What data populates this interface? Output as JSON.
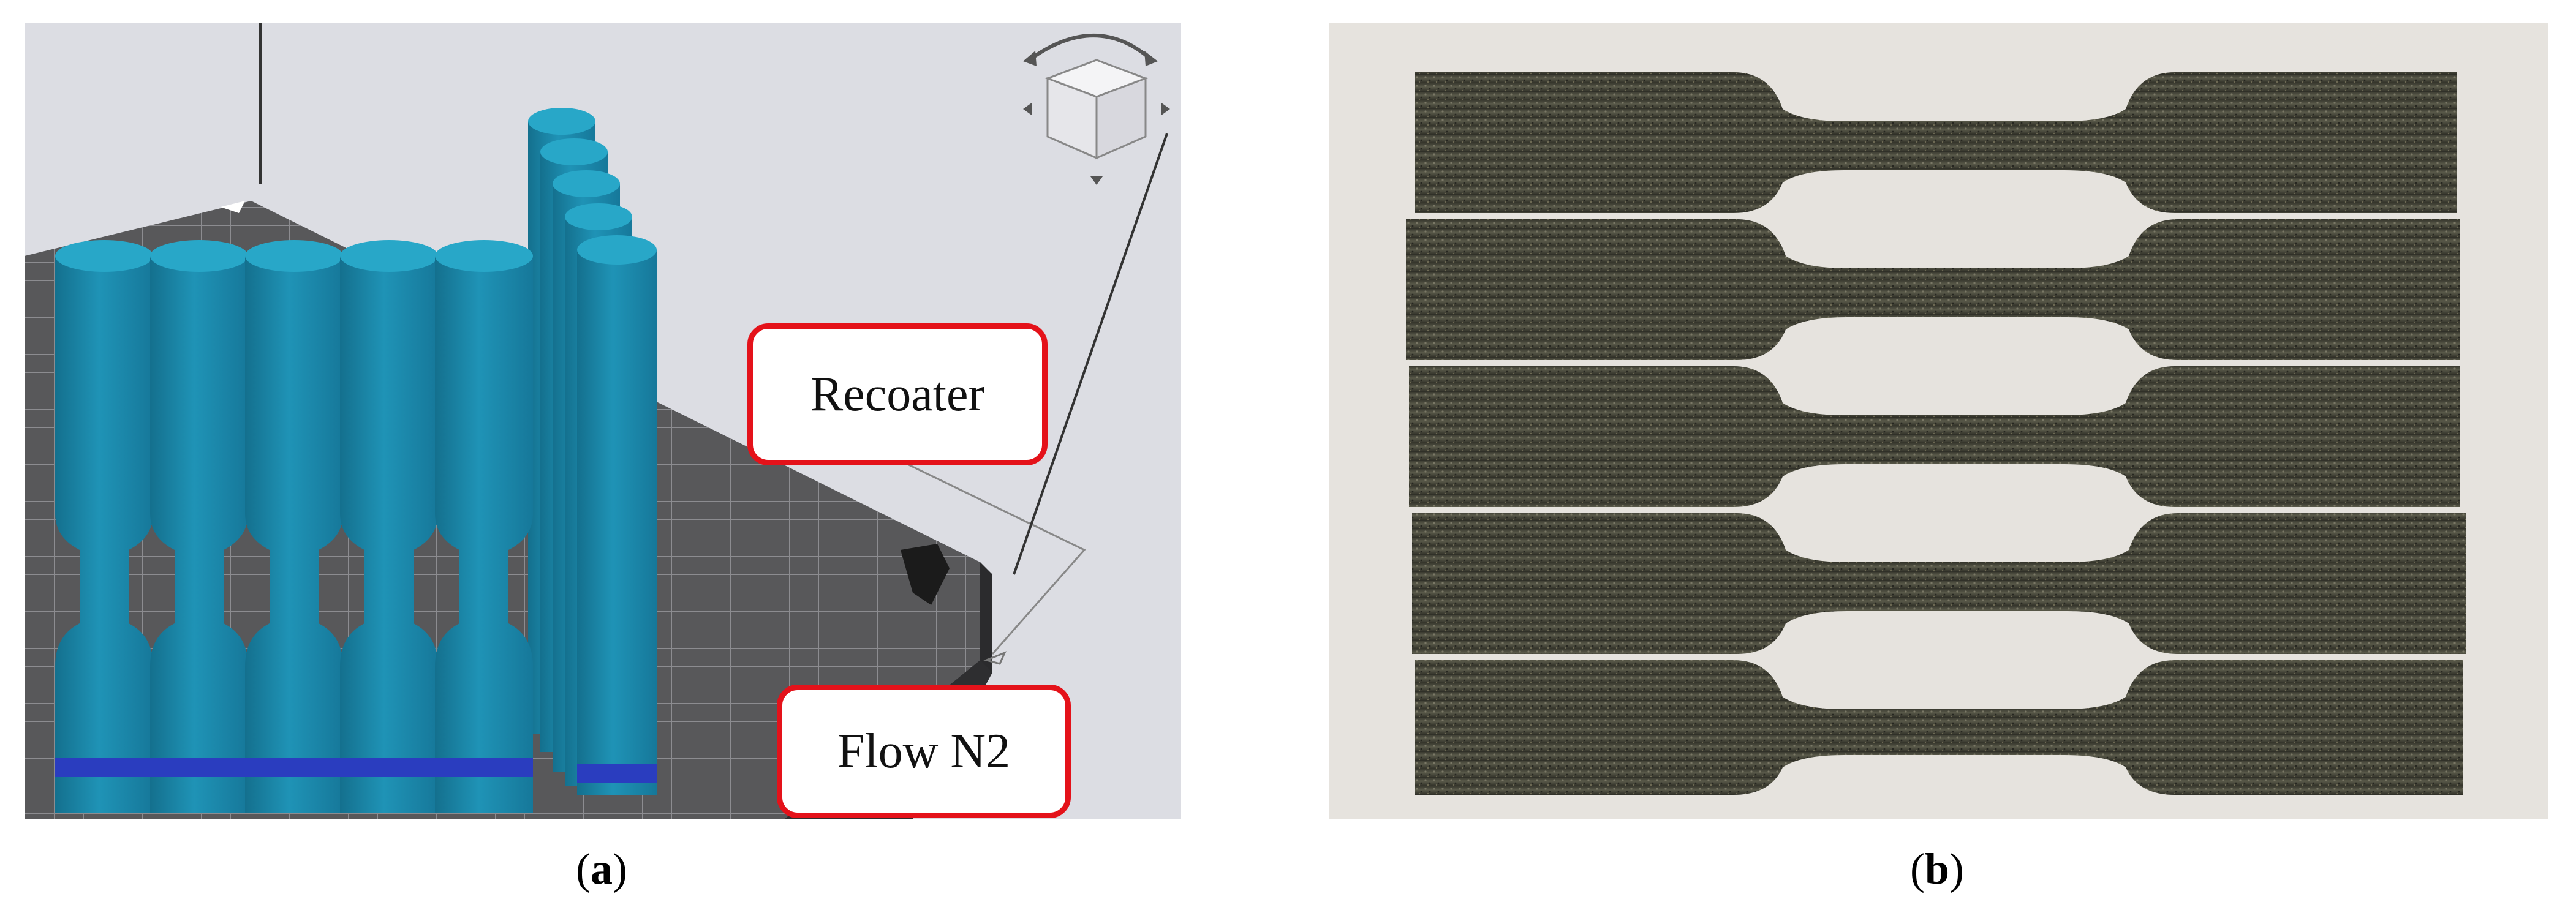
{
  "panel_a": {
    "caption_letter": "a",
    "labels": {
      "recoater": "Recoater",
      "flow": "Flow N2"
    },
    "colors": {
      "background": "#dcdde3",
      "build_plate": "#555557",
      "specimen": "#1f8fb0",
      "specimen_base": "#2a3dbf",
      "callout_border": "#e4121a"
    },
    "specimen_count": 10,
    "view_cube_icon": "view-cube-icon"
  },
  "panel_b": {
    "caption_letter": "b",
    "colors": {
      "background": "#e6e3de",
      "specimen_surface": "#4a4a3e"
    },
    "specimen_count": 5
  }
}
